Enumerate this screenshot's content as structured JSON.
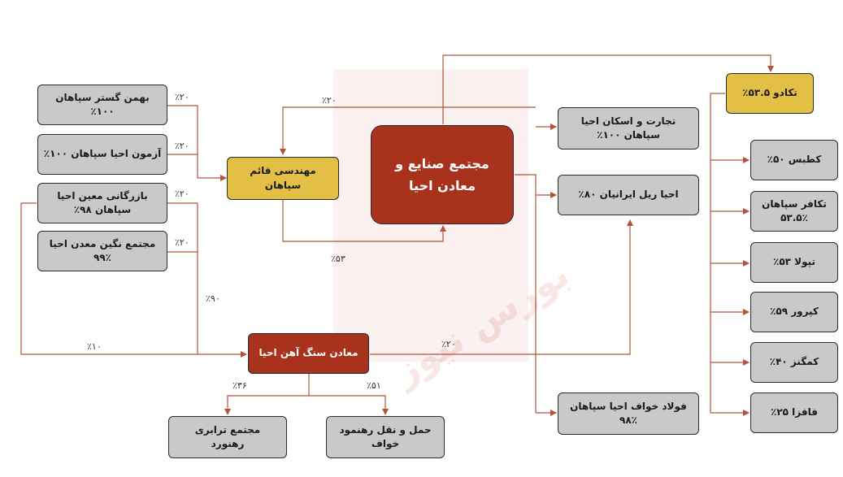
{
  "colors": {
    "connector": "#b4533a",
    "box_gray": "#c9c9cb",
    "box_yellow": "#e3bf46",
    "box_red": "#a9321d"
  },
  "watermark": "بورس نیوز",
  "nodes": {
    "main": "مجتمع صنایع و\nمعادن احیا",
    "ghaem": "مهندسی قائم سپاهان",
    "sang_ahan": "معادن سنگ آهن احیا",
    "tadado": "تکادو ۵۳.۵٪",
    "bahman": "بهمن گستر سپاهان ۱۰۰٪",
    "azmoon": "آزمون احیا سپاهان ۱۰۰٪",
    "bazargani": "بازرگانی معین احیا\nسپاهان ۹۸٪",
    "negin": "مجتمع نگین معدن احیا\n۹۹٪",
    "tejarat": "تجارت و اسکان احیا\nسپاهان ۱۰۰٪",
    "rail": "احیا ریل ایرانیان ۸۰٪",
    "folad": "فولاد خواف احیا سپاهان\n۹۸٪",
    "tarabari": "مجتمع ترابری\nرهنورد",
    "haml": "حمل و نقل رهنمود\nخواف",
    "katbas": "کطبس ۵۰٪",
    "tekafar": "تکافر سپاهان\n۵۳.۵٪",
    "tapola": "تپولا ۵۳٪",
    "kaprur": "کپرور ۵۹٪",
    "kamgenz": "کمگنز ۴۰٪",
    "fafza": "فافزا ۲۵٪"
  },
  "edge_labels": {
    "bahman": "٪۲۰",
    "azmoon": "٪۲۰",
    "bazargani": "٪۲۰",
    "negin": "٪۲۰",
    "ghaem_top": "٪۲۰",
    "ghaem_bottom": "٪۵۳",
    "sang_ahan_90": "٪۹۰",
    "sang_ahan_10": "٪۱۰",
    "sang_ahan_rail": "٪۲۰",
    "tarabari": "٪۳۶",
    "haml": "٪۵۱"
  }
}
